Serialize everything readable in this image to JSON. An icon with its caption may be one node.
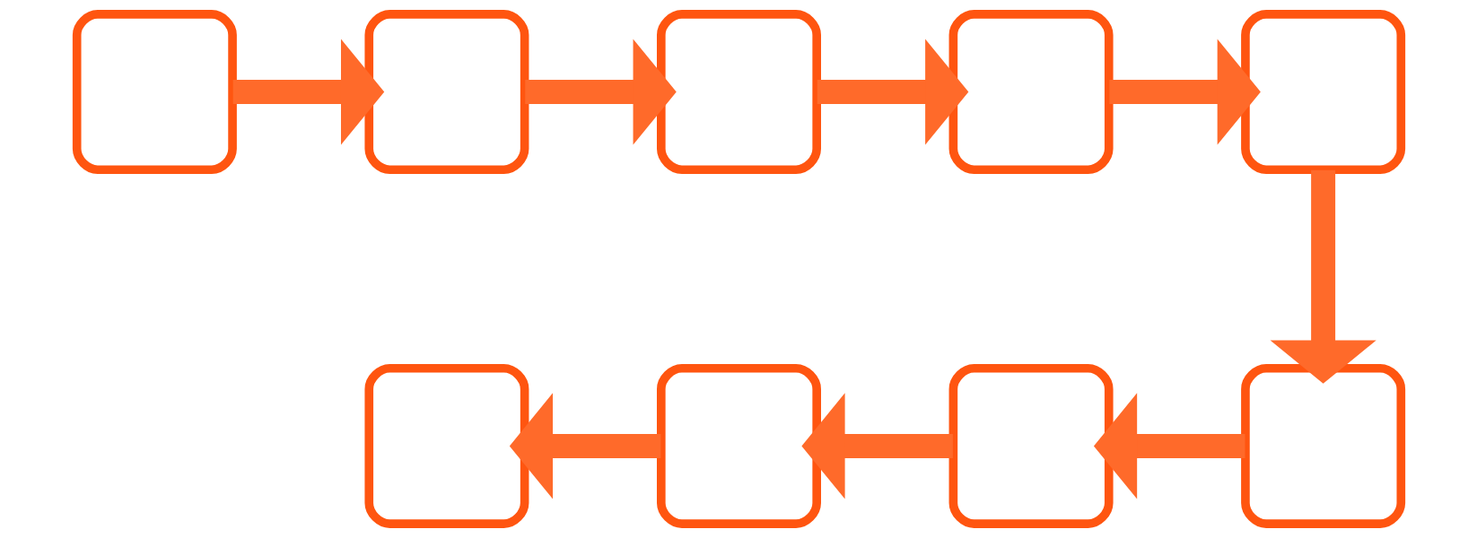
{
  "diagram": {
    "nodes": [
      {
        "text": [],
        "shape": "box"
      },
      {
        "text": [],
        "shape": "box"
      },
      {
        "text": [],
        "shape": "box"
      },
      {
        "text": [],
        "shape": "box"
      },
      {
        "text": [],
        "shape": "box"
      },
      {
        "text": [],
        "shape": "box"
      },
      {
        "text": [],
        "shape": "box"
      },
      {
        "text": [],
        "shape": "box"
      },
      {
        "text": [],
        "shape": "box"
      }
    ],
    "edges": [
      {
        "from": 0,
        "to": 1,
        "arrow": "to"
      },
      {
        "from": 1,
        "to": 2,
        "arrow": "to"
      },
      {
        "from": 2,
        "to": 3,
        "arrow": "to"
      },
      {
        "from": 3,
        "to": 4,
        "arrow": "to"
      },
      {
        "from": 4,
        "to": 5,
        "arrow": "to"
      },
      {
        "from": 5,
        "to": 6,
        "arrow": "to"
      },
      {
        "from": 6,
        "to": 7,
        "arrow": "to"
      },
      {
        "from": 7,
        "to": 8,
        "arrow": "to"
      }
    ]
  }
}
